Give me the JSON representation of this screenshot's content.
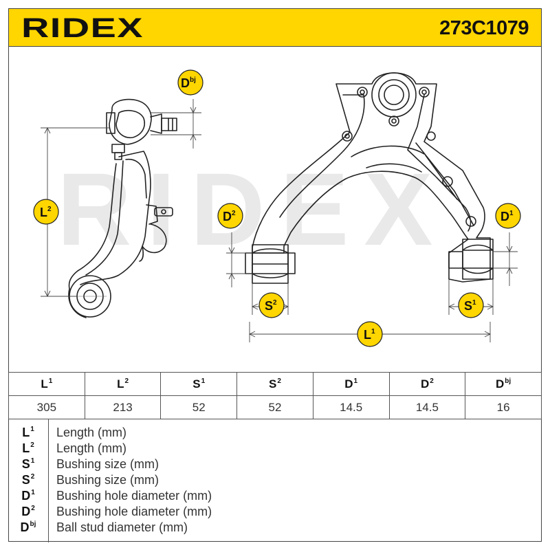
{
  "brand": {
    "name": "RIDEX"
  },
  "part_number": "273C1079",
  "drawing": {
    "watermark": "RIDEX",
    "callouts": {
      "dbj": {
        "main": "D",
        "sup": "bj"
      },
      "l2": {
        "main": "L",
        "sup": "2"
      },
      "d2": {
        "main": "D",
        "sup": "2"
      },
      "d1": {
        "main": "D",
        "sup": "1"
      },
      "s2": {
        "main": "S",
        "sup": "2"
      },
      "s1": {
        "main": "S",
        "sup": "1"
      },
      "l1": {
        "main": "L",
        "sup": "1"
      }
    }
  },
  "specs": {
    "columns": [
      {
        "main": "L",
        "sup": "1",
        "value": "305"
      },
      {
        "main": "L",
        "sup": "2",
        "value": "213"
      },
      {
        "main": "S",
        "sup": "1",
        "value": "52"
      },
      {
        "main": "S",
        "sup": "2",
        "value": "52"
      },
      {
        "main": "D",
        "sup": "1",
        "value": "14.5"
      },
      {
        "main": "D",
        "sup": "2",
        "value": "14.5"
      },
      {
        "main": "D",
        "sup": "bj",
        "value": "16"
      }
    ]
  },
  "legend": [
    {
      "main": "L",
      "sup": "1",
      "text": "Length (mm)"
    },
    {
      "main": "L",
      "sup": "2",
      "text": "Length (mm)"
    },
    {
      "main": "S",
      "sup": "1",
      "text": "Bushing size (mm)"
    },
    {
      "main": "S",
      "sup": "2",
      "text": "Bushing size (mm)"
    },
    {
      "main": "D",
      "sup": "1",
      "text": "Bushing hole diameter (mm)"
    },
    {
      "main": "D",
      "sup": "2",
      "text": "Bushing hole diameter (mm)"
    },
    {
      "main": "D",
      "sup": "bj",
      "text": "Ball stud diameter (mm)"
    }
  ],
  "colors": {
    "accent": "#ffd600",
    "line": "#222222",
    "watermark": "#e9e9e9"
  }
}
